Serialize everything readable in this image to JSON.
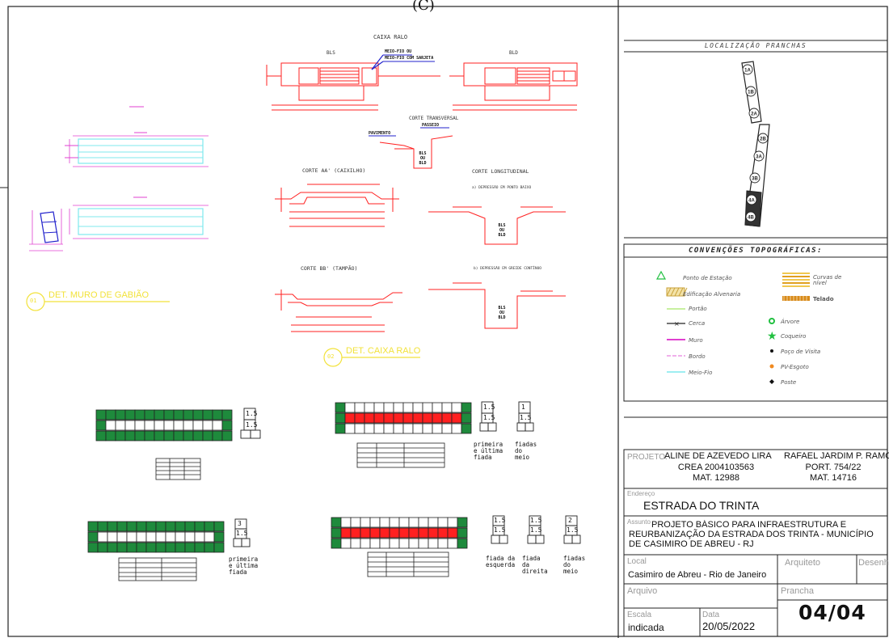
{
  "header_fragment": "(C)",
  "localizacao": {
    "title": "LOCALIZAÇÃO PRANCHAS",
    "sheets": [
      "1A",
      "1B",
      "2A",
      "2B",
      "3A",
      "3B",
      "4A",
      "4B"
    ]
  },
  "convencoes": {
    "title": "CONVENÇÕES TOPOGRÁFICAS:",
    "left": [
      {
        "icon": "triangle-icon",
        "label": "Ponto de Estação"
      },
      {
        "icon": "hatch-icon",
        "label": "Edificação Alvenaria"
      },
      {
        "icon": "line-icon",
        "label": "Portão"
      },
      {
        "icon": "fence-icon",
        "label": "Cerca"
      },
      {
        "icon": "line-icon",
        "label": "Muro"
      },
      {
        "icon": "line-icon",
        "label": "Bordo"
      },
      {
        "icon": "line-icon",
        "label": "Meio-Fio"
      }
    ],
    "right": [
      {
        "icon": "contour-icon",
        "label": "Curvas de nível"
      },
      {
        "icon": "roof-icon",
        "label": "Telado"
      },
      {
        "icon": "tree-icon",
        "label": "Árvore"
      },
      {
        "icon": "star-icon",
        "label": "Coqueiro"
      },
      {
        "icon": "dot-icon",
        "label": "Poço de Visita"
      },
      {
        "icon": "dot-icon",
        "label": "PV-Esgoto"
      },
      {
        "icon": "pole-icon",
        "label": "Poste"
      }
    ]
  },
  "drawing": {
    "caixa_ralo": "CAIXA RALO",
    "bls": "BLS",
    "bld": "BLD",
    "meio_fio": "MEIO-FIO OU",
    "meio_fio2": "MEIO-FIO COM SARJETA",
    "corte_transversal": "CORTE TRANSVERSAL",
    "pavimento": "PAVIMENTO",
    "passeio": "PASSEIO",
    "corte_aa": "CORTE AA' (CAIXILHO)",
    "corte_long": "CORTE LONGITUDINAL",
    "depressao_a": "a) DEPRESSÃO EM PONTO BAIXO",
    "corte_bb": "CORTE BB' (TAMPÃO)",
    "depressao_b": "b) DEPRESSÃO EM GREIDE CONTÍNUO",
    "bls_ou_bld": "BLS OU BLD",
    "det_muro_num": "01",
    "det_muro": "DET. MURO DE GABIÃO",
    "det_caixa_num": "02",
    "det_caixa": "DET. CAIXA RALO",
    "primeira_ultima": "primeira e última fiada",
    "fiadas_meio": "fiadas do meio",
    "fiada_esquerda": "fiada da esquerda",
    "fiada_direita": "fiada da direita",
    "v15": "1.5",
    "v1": "1",
    "v2": "2",
    "v3": "3"
  },
  "title_block": {
    "projeto_label": "PROJETO:",
    "autor1": "ALINE DE AZEVEDO LIRA",
    "crea": "CREA 2004103563",
    "mat1": "MAT. 12988",
    "autor2": "RAFAEL JARDIM P. RAMOS",
    "port": "PORT. 754/22",
    "mat2": "MAT. 14716",
    "endereco_label": "Endereço",
    "endereco": "ESTRADA DO TRINTA",
    "assunto_label": "Assunto",
    "assunto": "PROJETO BÁSICO PARA INFRAESTRUTURA E REURBANIZAÇÃO DA ESTRADA DOS TRINTA - MUNICÍPIO DE CASIMIRO DE ABREU - RJ",
    "local_label": "Local",
    "local": "Casimiro de Abreu - Rio de Janeiro",
    "arquiteto_label": "Arquiteto",
    "desenho_label": "Desenho",
    "arquivo_label": "Arquivo",
    "prancha_label": "Prancha",
    "prancha": "04/04",
    "escala_label": "Escala",
    "escala": "indicada",
    "data_label": "Data",
    "data": "20/05/2022"
  },
  "colors": {
    "cad_red": "#ff2020",
    "cad_yellow": "#f2e23a",
    "cad_cyan": "#7fe8ee",
    "cad_magenta": "#e040d0",
    "cad_green": "#1e8a3c",
    "cad_blue": "#2222cc"
  }
}
